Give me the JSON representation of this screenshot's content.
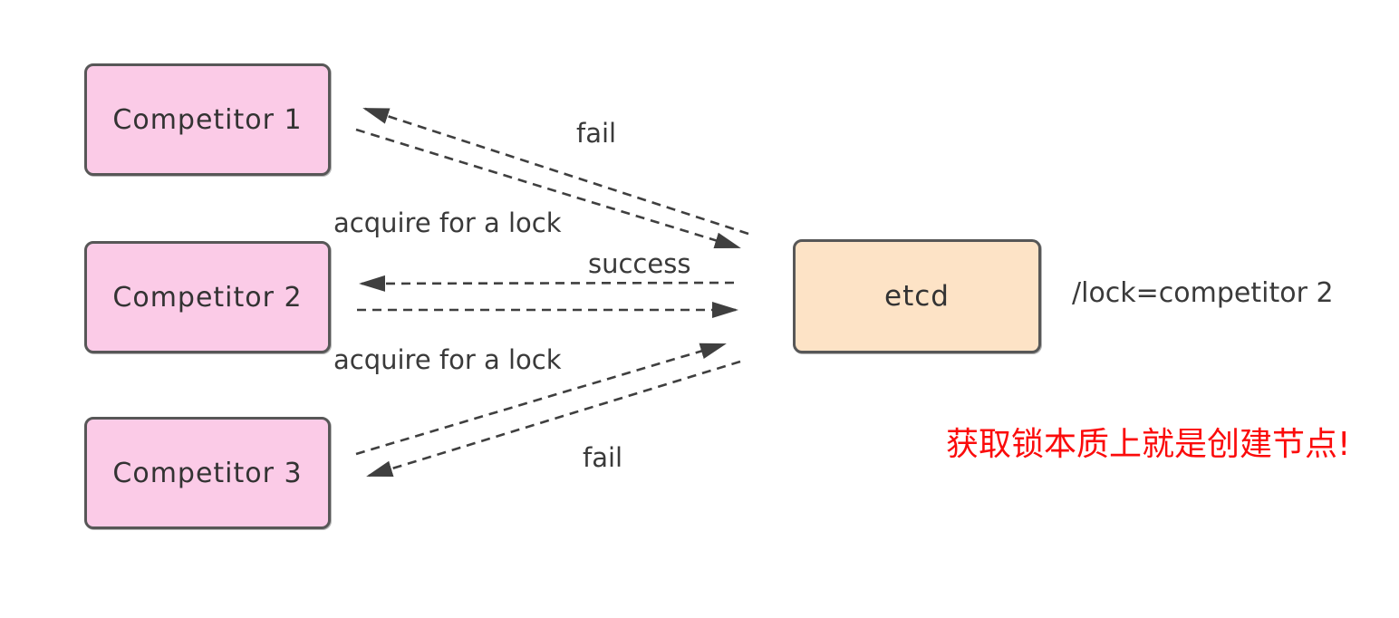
{
  "diagram": {
    "nodes": {
      "competitor1": {
        "label": "Competitor 1",
        "fill": "#fbcbe7"
      },
      "competitor2": {
        "label": "Competitor 2",
        "fill": "#fbcbe7"
      },
      "competitor3": {
        "label": "Competitor 3",
        "fill": "#fbcbe7"
      },
      "etcd": {
        "label": "etcd",
        "fill": "#fde3c6"
      }
    },
    "labels": {
      "fail_competitor1": "fail",
      "acquire_top": "acquire for a lock",
      "success": "success",
      "acquire_bottom": "acquire for a lock",
      "fail_competitor3": "fail",
      "lock_value": "/lock=competitor 2",
      "annotation": "获取锁本质上就是创建节点!"
    },
    "colors": {
      "competitor_fill": "#fbcbe7",
      "etcd_fill": "#fde3c6",
      "node_border": "#575757",
      "arrow": "#3f3f3f",
      "text": "#3a3a3a",
      "annotation_red": "#fb0b0b"
    }
  }
}
